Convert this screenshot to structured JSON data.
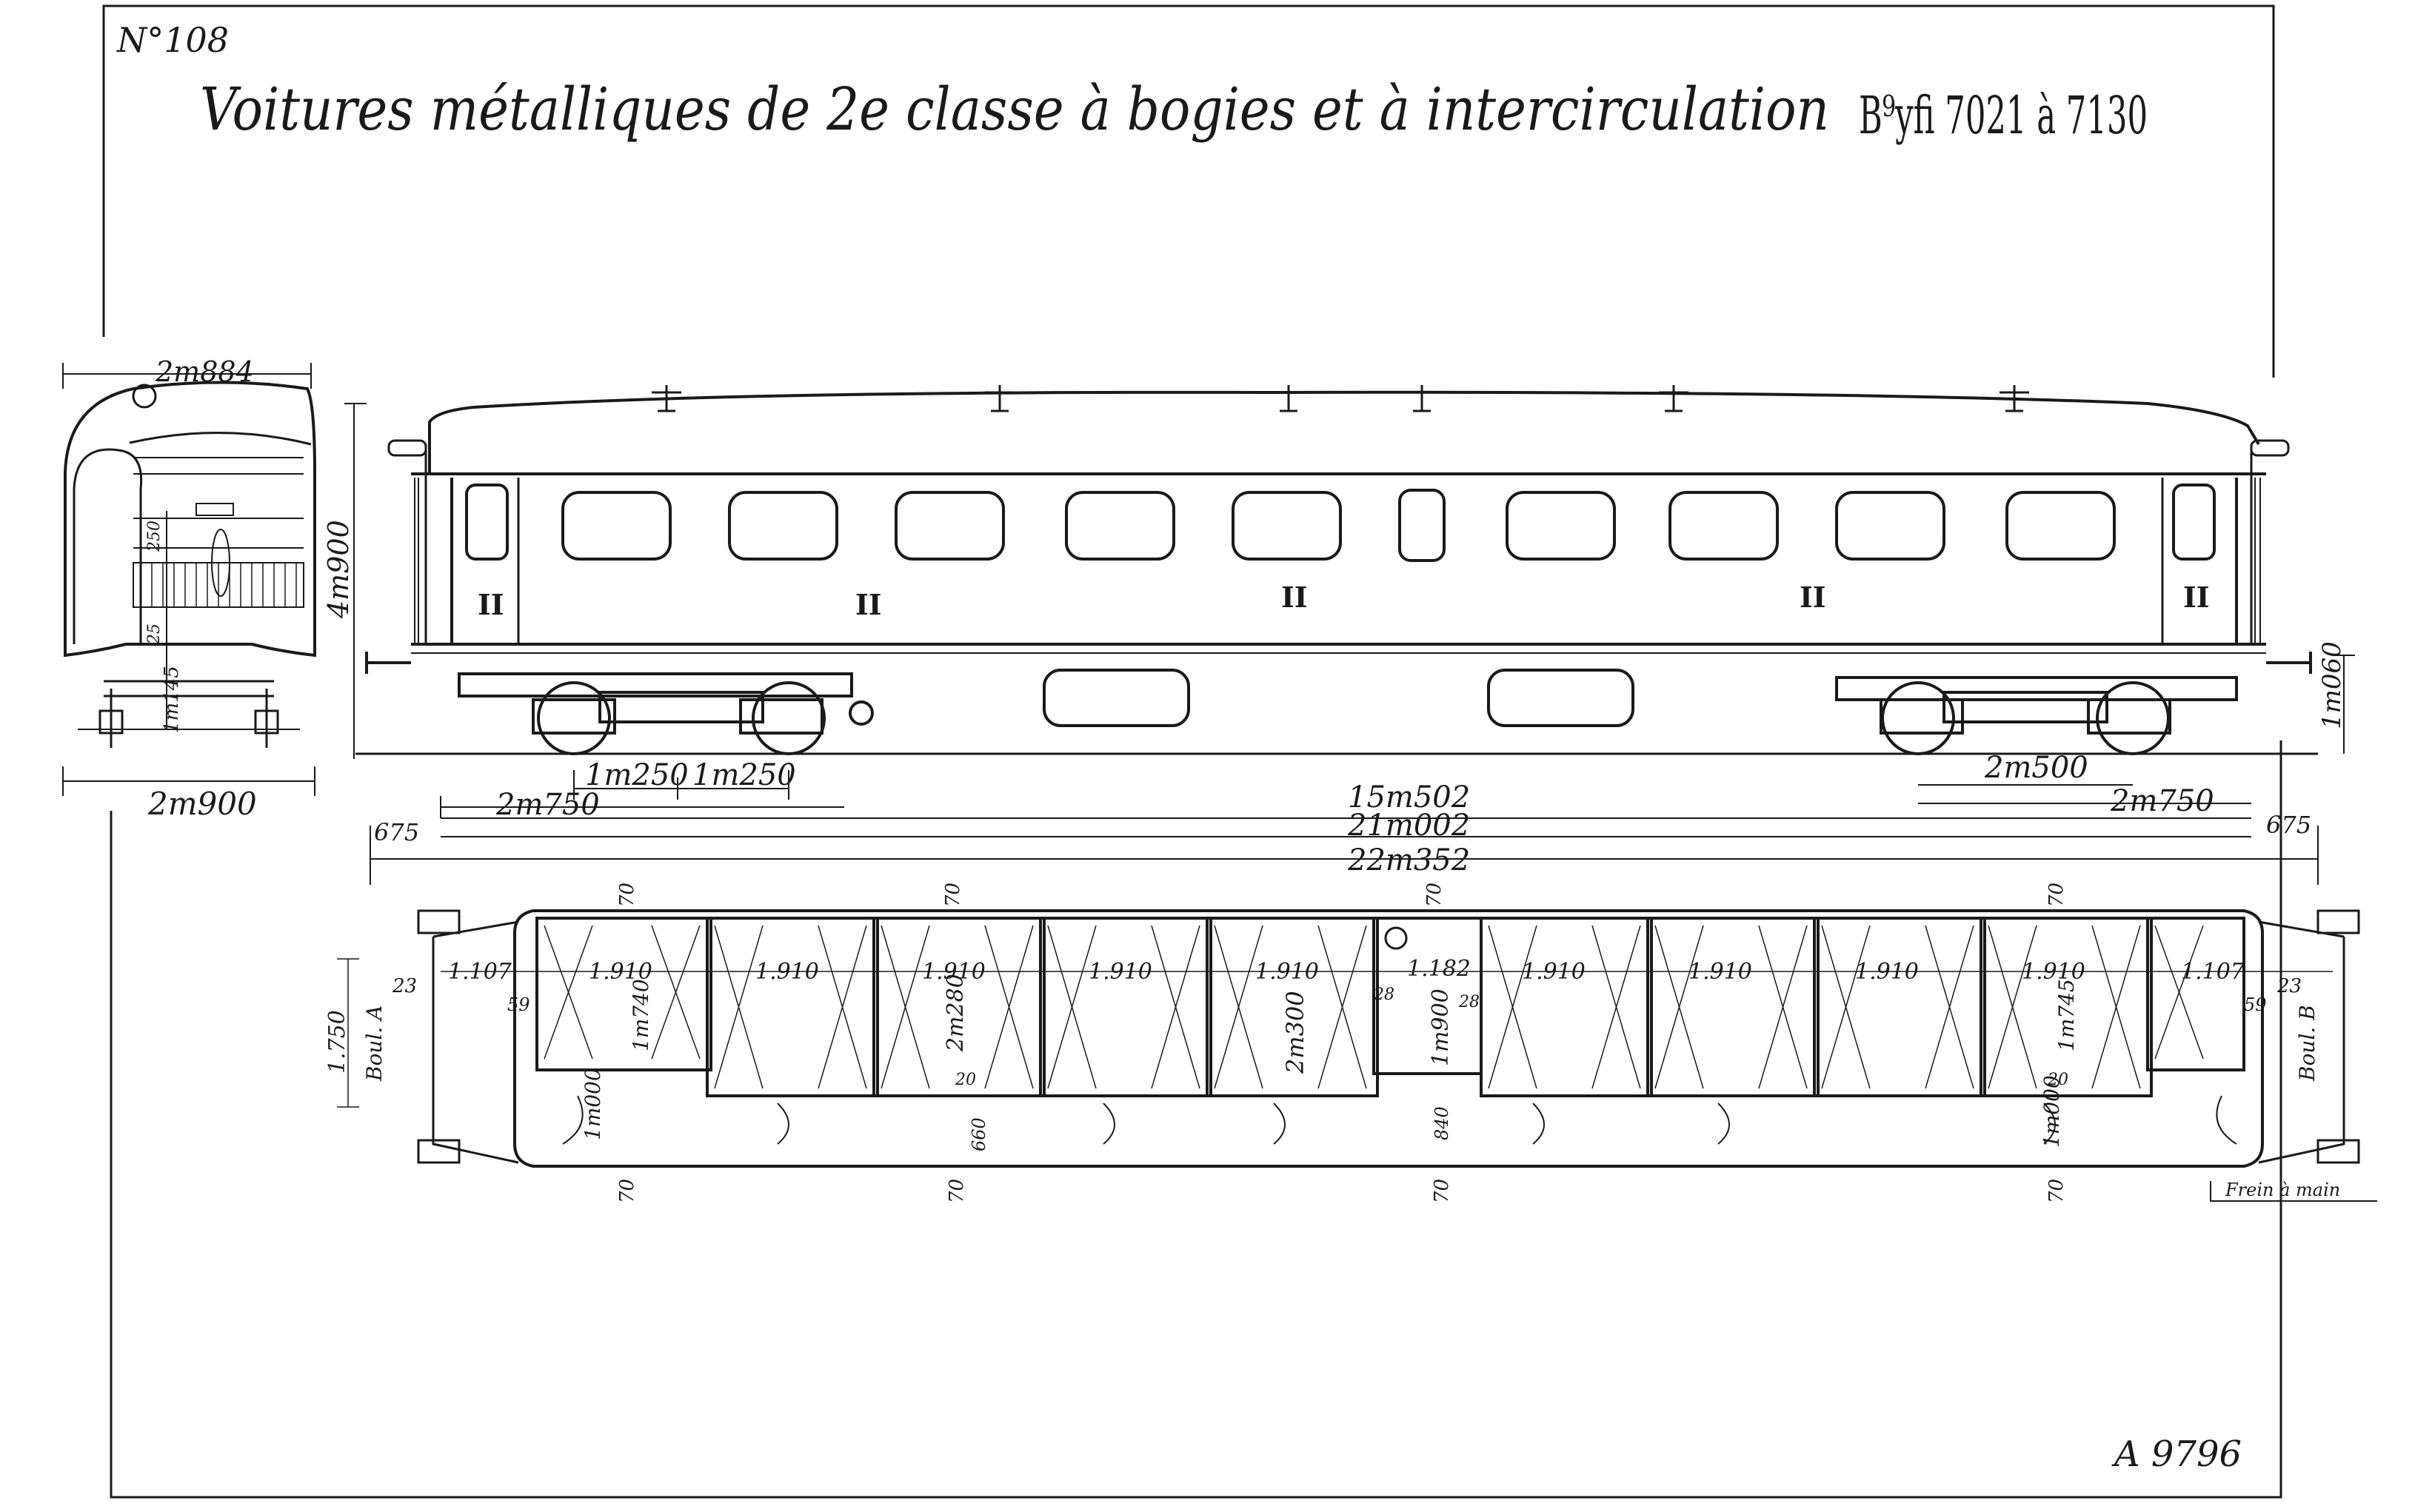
{
  "sheet": {
    "number": "N°108",
    "title": "Voitures métalliques de 2e classe à bogies et à intercirculation",
    "series": "B⁹yfi 7021 à 7130",
    "reference": "A 9796"
  },
  "side_view": {
    "class_marks": [
      "II",
      "II",
      "II",
      "II",
      "II"
    ],
    "dimensions": {
      "bogie_wheelbase_left": "2m750",
      "axle_spacing_a": "1m250",
      "axle_spacing_b": "1m250",
      "bogie_centers": "15m502",
      "length_over_body": "21m002",
      "length_over_buffers": "22m352",
      "buffer_left": "675",
      "buffer_right": "675",
      "bogie_wheelbase_right": "2m500",
      "bogie_overhang_right": "2m750",
      "buffer_height": "1m060"
    }
  },
  "end_view": {
    "width_top": "2m884",
    "width_bottom": "2m900",
    "height": "4m900",
    "small_dims": [
      "250",
      "25",
      "1m145"
    ]
  },
  "plan_view": {
    "compartment_widths": [
      "1.910",
      "1.910",
      "1.910",
      "1.910",
      "1.910",
      "1.910",
      "1.910",
      "1.910",
      "1.910"
    ],
    "center_vestibule": "1.182",
    "end_left": "1.107",
    "end_right": "1.107",
    "seat_width_left": "1m740",
    "seat_width_right": "1m745",
    "corridor_width": "2m280",
    "compartment_depth": "2m300",
    "center_depth": "1m900",
    "corridor_left": "1m000",
    "corridor_right": "1m000",
    "misc_labels": [
      "70",
      "70",
      "70",
      "70",
      "70",
      "70",
      "70",
      "70",
      "23",
      "23",
      "59",
      "59",
      "28",
      "28",
      "20",
      "20",
      "660",
      "840",
      "1.750"
    ],
    "annotations": {
      "left_buffer_label": "Boul. A",
      "right_buffer_label": "Boul. B",
      "hand_brake": "Frein à main"
    }
  }
}
